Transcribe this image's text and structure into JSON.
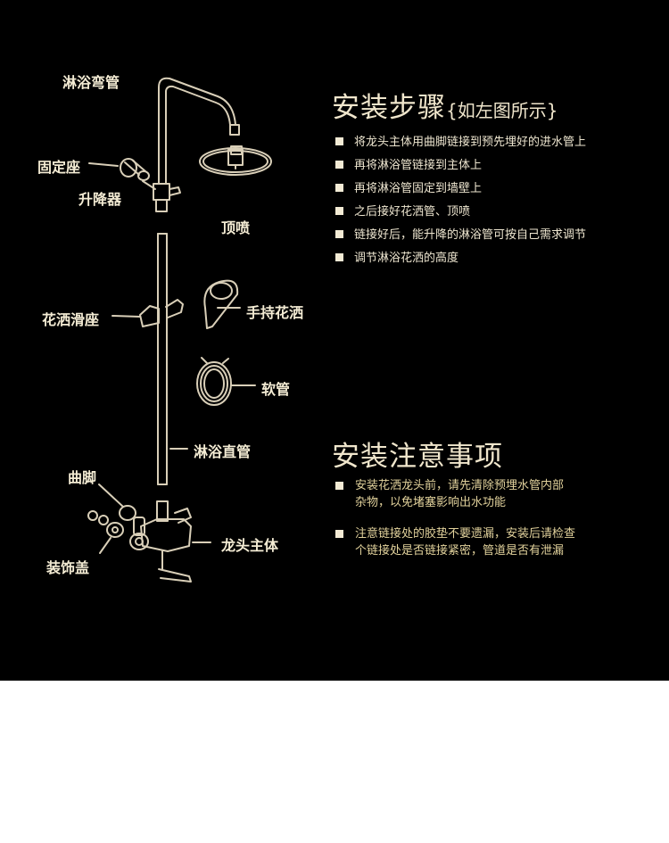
{
  "labels": {
    "bend_pipe": "淋浴弯管",
    "mount_seat": "固定座",
    "lifter": "升降器",
    "top_spray": "顶喷",
    "slide_seat": "花洒滑座",
    "hand_shower": "手持花洒",
    "hose": "软管",
    "straight_pipe": "淋浴直管",
    "elbow": "曲脚",
    "cover": "装饰盖",
    "faucet_body": "龙头主体"
  },
  "steps": {
    "title": "安装步骤",
    "title_sub": "{如左图所示}",
    "items": [
      "将龙头主体用曲脚链接到预先埋好的进水管上",
      "再将淋浴管链接到主体上",
      "再将淋浴管固定到墙壁上",
      "之后接好花洒管、顶喷",
      "链接好后，能升降的淋浴管可按自己需求调节",
      "调节淋浴花洒的高度"
    ]
  },
  "notes": {
    "title": "安装注意事项",
    "items": [
      {
        "line1": "安装花洒龙头前，请先清除预埋水管内部",
        "line2": "杂物，以免堵塞影响出水功能"
      },
      {
        "line1": "注意链接处的胶垫不要遗漏，安装后请检查",
        "line2": "个链接处是否链接紧密，管道是否有泄漏"
      }
    ]
  },
  "colors": {
    "background": "#000000",
    "text": "#f4ecd4",
    "note_text": "#e2d29c",
    "line_art": "#d9cfb8"
  }
}
